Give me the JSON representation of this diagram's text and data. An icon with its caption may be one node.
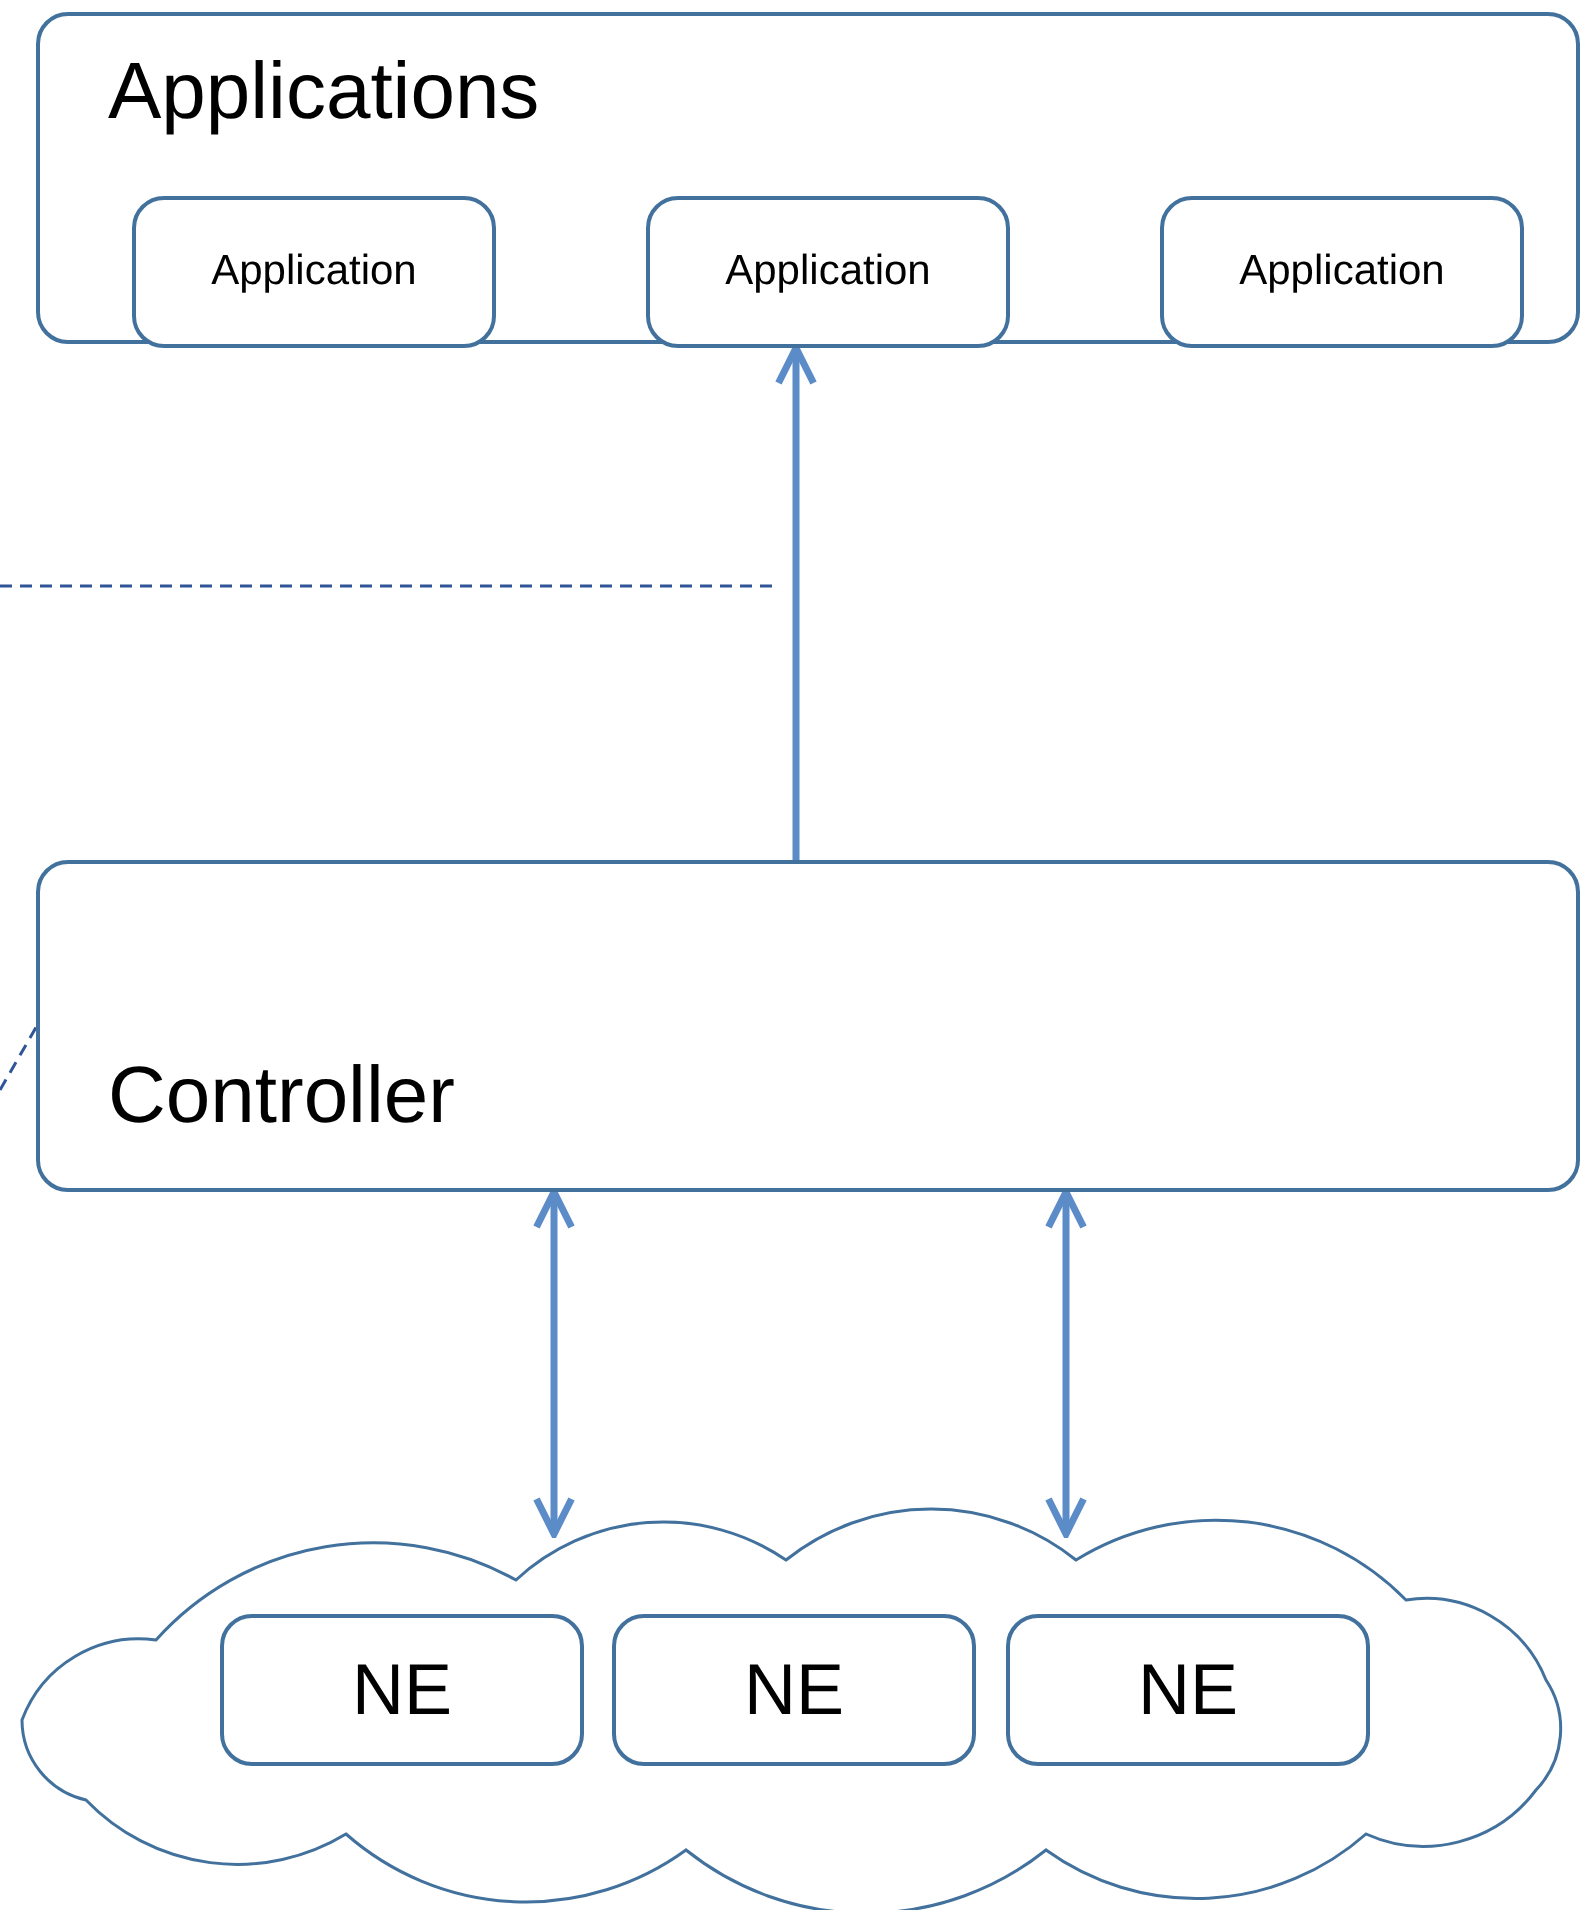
{
  "diagram": {
    "nodes": [
      {
        "text": [
          "Applications"
        ]
      },
      {
        "text": [
          "Application"
        ],
        "in": 0
      },
      {
        "text": [
          "Application"
        ],
        "in": 0
      },
      {
        "text": [
          "Application"
        ],
        "in": 0
      },
      {
        "text": [
          "Controller"
        ]
      },
      {
        "text": [],
        "shape": "cloud"
      },
      {
        "text": [
          "NE"
        ],
        "in": 5
      },
      {
        "text": [
          "NE"
        ],
        "in": 5
      },
      {
        "text": [
          "NE"
        ],
        "in": 5
      }
    ],
    "edges": [
      {
        "from": 4,
        "to": 0,
        "arrow": "to"
      },
      {
        "from": 4,
        "to": 5,
        "arrow": "both"
      },
      {
        "from": 4,
        "to": 5,
        "arrow": "both"
      },
      {
        "from": null,
        "to": 4,
        "arrow": "none",
        "style": "dashed",
        "color": "#2f5597"
      }
    ]
  }
}
